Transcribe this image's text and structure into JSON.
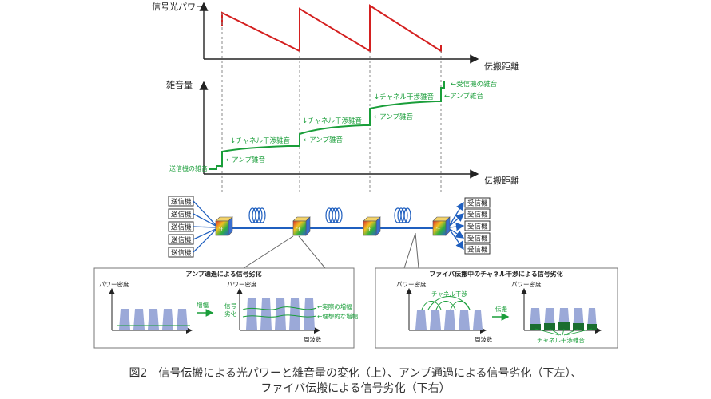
{
  "power_graph": {
    "ylabel": "信号光パワー",
    "xlabel": "伝搬距離"
  },
  "noise_graph": {
    "ylabel": "雑音量",
    "xlabel": "伝搬距離",
    "labels": {
      "tx_noise": "送信機の雑音",
      "amp_noise": "←アンプ雑音",
      "xtalk_noise": "↓チャネル干渉雑音",
      "rx_noise": "←受信機の雑音"
    }
  },
  "network": {
    "transmitters": [
      "送信機",
      "送信機",
      "送信機",
      "送信機",
      "送信機"
    ],
    "receivers": [
      "受信機",
      "受信機",
      "受信機",
      "受信機",
      "受信機"
    ]
  },
  "panel_amp": {
    "title": "アンプ通過による信号劣化",
    "ylabel_left": "パワー密度",
    "ylabel_right": "パワー密度",
    "arrow_label": "増幅",
    "degrade_label_1": "信号",
    "degrade_label_2": "劣化",
    "actual_label": "←実際の増幅",
    "ideal_label": "←理想的な増幅",
    "xlabel": "周波数"
  },
  "panel_fiber": {
    "title": "ファイバ伝搬中のチャネル干渉による信号劣化",
    "ylabel_left": "パワー密度",
    "ylabel_right": "パワー密度",
    "xtalk_label": "チャネル干渉",
    "arrow_label": "伝搬",
    "xtalk_noise_label": "チャネル干渉雑音",
    "xlabel": "周波数"
  },
  "caption": {
    "line1": "図2　信号伝搬による光パワーと雑音量の変化（上）、アンプ通過による信号劣化（下左）、",
    "line2": "ファイバ伝搬による信号劣化（下右）"
  },
  "colors": {
    "power": "#d42020",
    "noise": "#1a9e3a",
    "link": "#1f5fbf",
    "bar": "#9ba9d8",
    "noise_bar": "#1a6e30"
  }
}
